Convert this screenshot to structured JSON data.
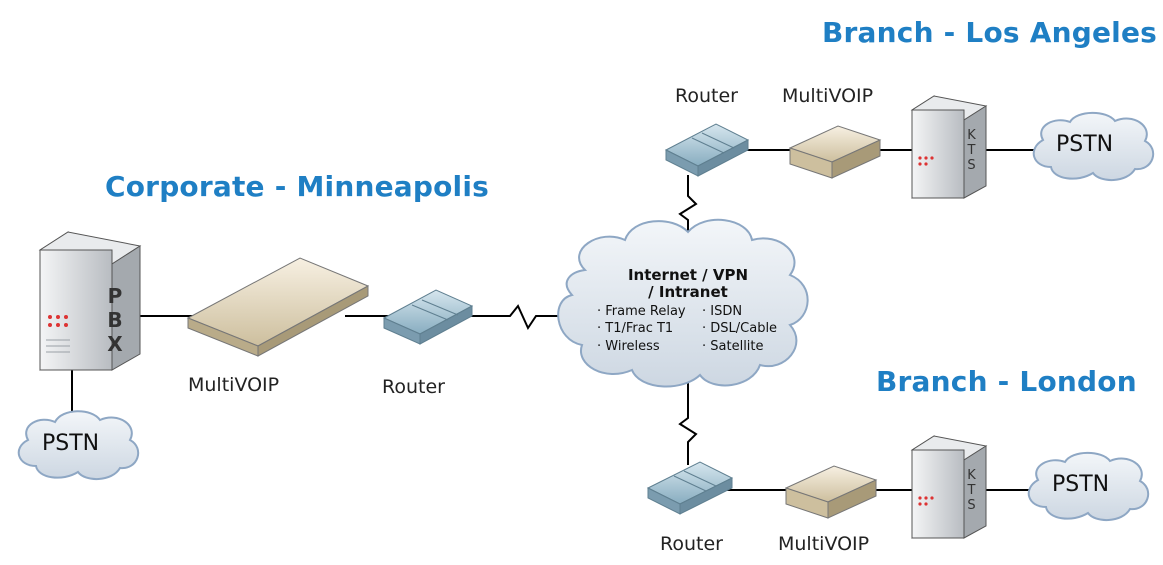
{
  "colors": {
    "title": "#1f7fc4",
    "cloud_fill": "#dfe6ee",
    "cloud_edge": "#8ea7c4",
    "line": "#000000",
    "router": "#a9c7d6",
    "multivoip": "#e6d9bd",
    "server": "#c9ccd0"
  },
  "sites": {
    "corporate": "Corporate - Minneapolis",
    "la": "Branch - Los Angeles",
    "london": "Branch - London"
  },
  "cloud": {
    "title_line1": "Internet / VPN",
    "title_line2": "/ Intranet",
    "items": [
      "· Frame Relay",
      "· ISDN",
      "· T1/Frac T1",
      "· DSL/Cable",
      "· Wireless",
      "· Satellite"
    ]
  },
  "devices": {
    "pbx_label": "PBX",
    "kts_label": "KTS",
    "router": "Router",
    "multivoip": "MultiVOIP",
    "pstn": "PSTN"
  },
  "icons": [
    "server-icon",
    "multivoip-icon",
    "router-icon",
    "pstn-cloud-icon",
    "network-cloud-icon"
  ]
}
